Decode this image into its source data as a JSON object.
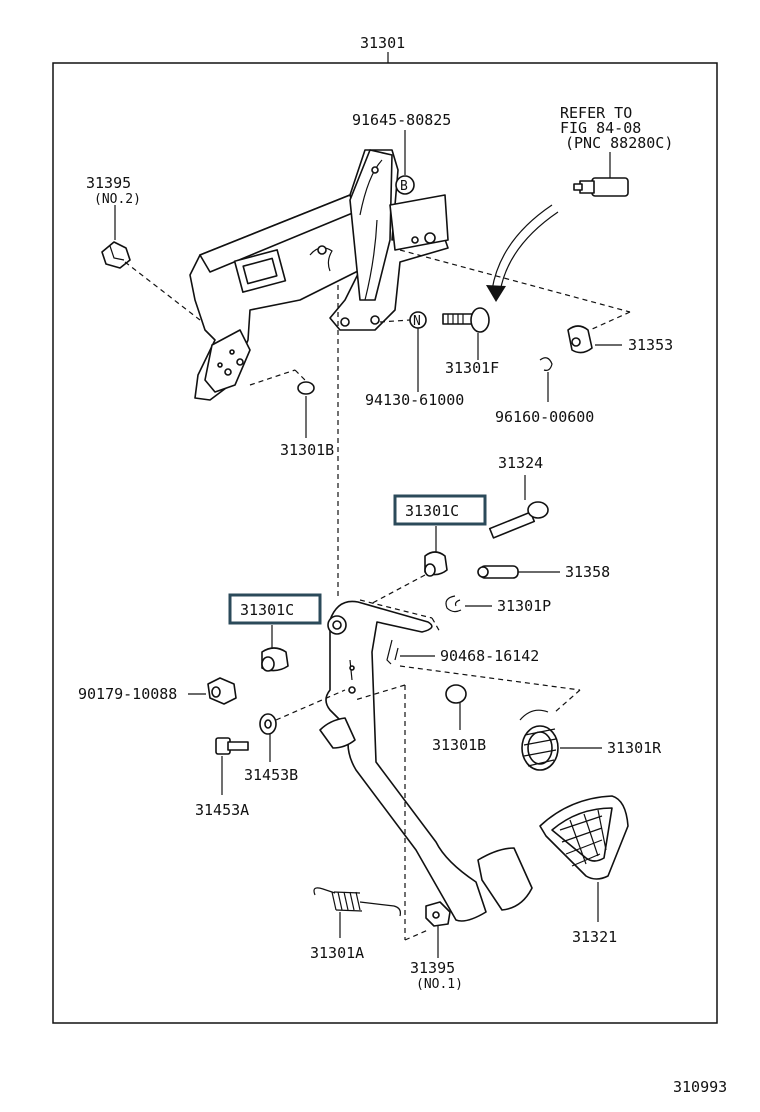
{
  "assembly_number": "31301",
  "figure_code": "310993",
  "labels": {
    "p31395_top": "31395",
    "p31395_top_note": "(NO.2)",
    "p91645": "91645-80825",
    "refer1": "REFER TO",
    "refer2": "FIG 84-08",
    "refer3": "(PNC 88280C)",
    "p31353": "31353",
    "p31301F": "31301F",
    "p94130": "94130-61000",
    "p96160": "96160-00600",
    "p31301B_top": "31301B",
    "p31324": "31324",
    "p31301C_upper": "31301C",
    "p31358": "31358",
    "p31301C_lower": "31301C",
    "p31301P": "31301P",
    "p90468": "90468-16142",
    "p90179": "90179-10088",
    "p31301B_mid": "31301B",
    "p31301R": "31301R",
    "p31453B": "31453B",
    "p31453A": "31453A",
    "p31321": "31321",
    "p31301A": "31301A",
    "p31395_bot": "31395",
    "p31395_bot_note": "(NO.1)",
    "marker_b": "B",
    "marker_n": "N"
  }
}
